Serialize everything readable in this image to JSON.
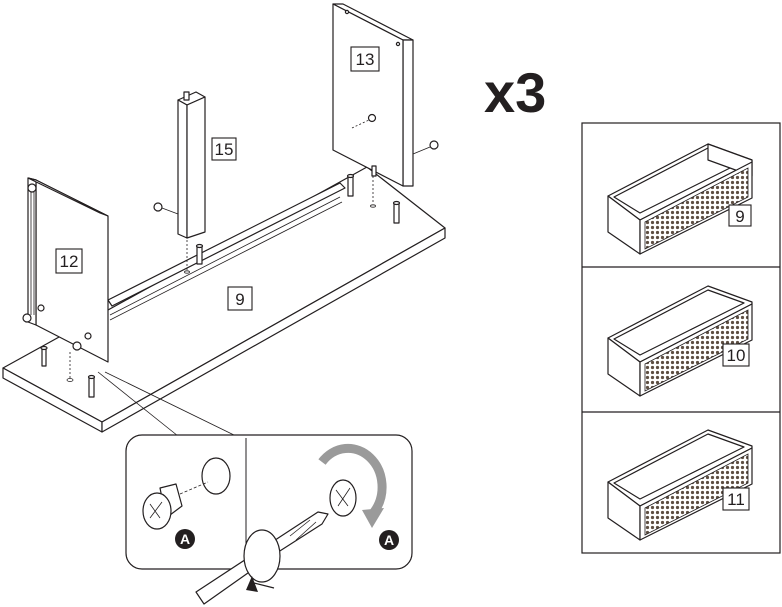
{
  "quantity_label": "x3",
  "parts": {
    "panel_12": "12",
    "panel_13": "13",
    "post_15": "15",
    "base_9": "9"
  },
  "drawers": [
    {
      "label": "9"
    },
    {
      "label": "10"
    },
    {
      "label": "11"
    }
  ],
  "callout": {
    "fitting_left": "A",
    "fitting_right": "A"
  },
  "colors": {
    "line": "#231f20",
    "background": "#ffffff",
    "rattan": "#6b5a4c"
  }
}
